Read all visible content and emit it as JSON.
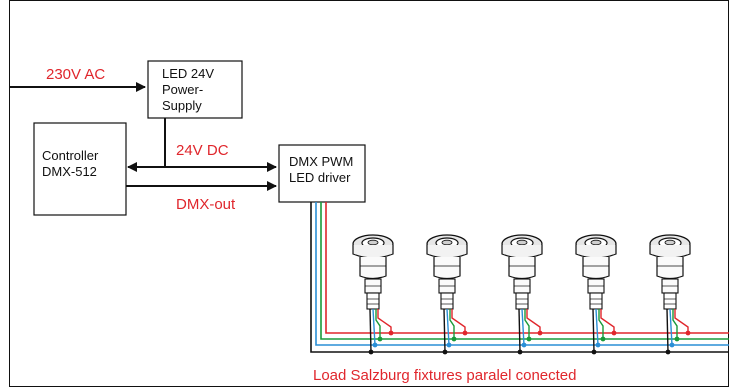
{
  "labels": {
    "ac_input": "230V AC",
    "psu_line1": "LED 24V",
    "psu_line2": "Power-",
    "psu_line3": "Supply",
    "controller_line1": "Controller",
    "controller_line2": "DMX-512",
    "dc_label": "24V DC",
    "dmx_out": "DMX-out",
    "driver_line1": "DMX PWM",
    "driver_line2": "LED driver",
    "caption": "Load Salzburg fixtures paralel conected"
  },
  "fixtures": {
    "count": 5
  },
  "colors": {
    "text_red": "#e0262c",
    "wire_red": "#e0262c",
    "wire_green": "#1a9a3a",
    "wire_blue": "#2a8fd6",
    "wire_black": "#111111"
  }
}
